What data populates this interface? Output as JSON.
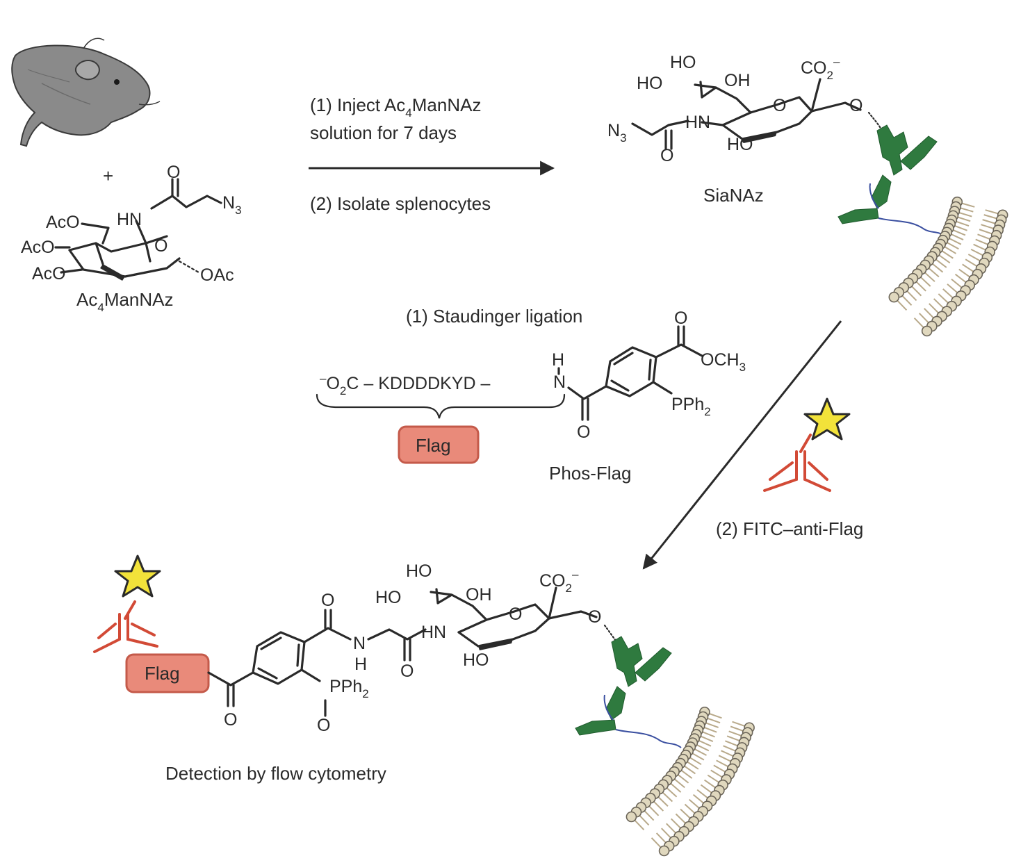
{
  "reagent": {
    "plus": "+",
    "ac_o_1": "AcO",
    "ac_o_2": "AcO",
    "ac_o_3": "AcO",
    "hn": "HN",
    "o_carbonyl": "O",
    "n3": "N",
    "n3_sub": "3",
    "ring_o": "O",
    "oac": "OAc",
    "name_pre": "Ac",
    "name_sub": "4",
    "name_post": "ManNAz"
  },
  "step1": {
    "line1_pre": "(1) Inject Ac",
    "line1_sub": "4",
    "line1_post": "ManNAz",
    "line2": "solution for 7 days",
    "line3": "(2) Isolate splenocytes"
  },
  "sianaz": {
    "ho_top": "HO",
    "ho_left": "HO",
    "oh": "OH",
    "co2": "CO",
    "co2_sub": "2",
    "co2_sup": "–",
    "ring_o": "O",
    "hn": "HN",
    "ho_bottom": "HO",
    "n3": "N",
    "n3_sub": "3",
    "o_carbonyl": "O",
    "o_link": "O",
    "label": "SiaNAz"
  },
  "step2": {
    "title": "(1) Staudinger ligation",
    "peptide_neg": "–",
    "peptide_o": "O",
    "peptide_sub": "2",
    "peptide_rest": "C – KDDDDKYD –",
    "h": "H",
    "n": "N",
    "o_bottom": "O",
    "o_top": "O",
    "och3": "OCH",
    "och3_sub": "3",
    "pph2": "PPh",
    "pph2_sub": "2",
    "flag": "Flag",
    "phos_label": "Phos-Flag",
    "antibody_label": "(2) FITC–anti-Flag"
  },
  "product": {
    "flag": "Flag",
    "o_keto": "O",
    "o_amide": "O",
    "h": "H",
    "n": "N",
    "o_gly": "O",
    "hn": "HN",
    "ho_top": "HO",
    "ho_left": "HO",
    "oh": "OH",
    "ho_bottom": "HO",
    "ring_o": "O",
    "co2": "CO",
    "co2_sub": "2",
    "co2_sup": "–",
    "o_link": "O",
    "pph2": "PPh",
    "pph2_sub": "2",
    "p_oxide": "O",
    "caption": "Detection by flow cytometry"
  },
  "colors": {
    "flag": "#e98a7a",
    "antibody": "#d24a36",
    "fluorophore": "#f2e23a",
    "glycan": "#2f7a3f",
    "membrane": "#e0d8be"
  },
  "icons": [
    "mouse-icon",
    "arrow-right",
    "arrow-down-left",
    "cell-membrane-icon",
    "glycan-tree-icon",
    "antibody-icon",
    "fitc-star-icon"
  ]
}
